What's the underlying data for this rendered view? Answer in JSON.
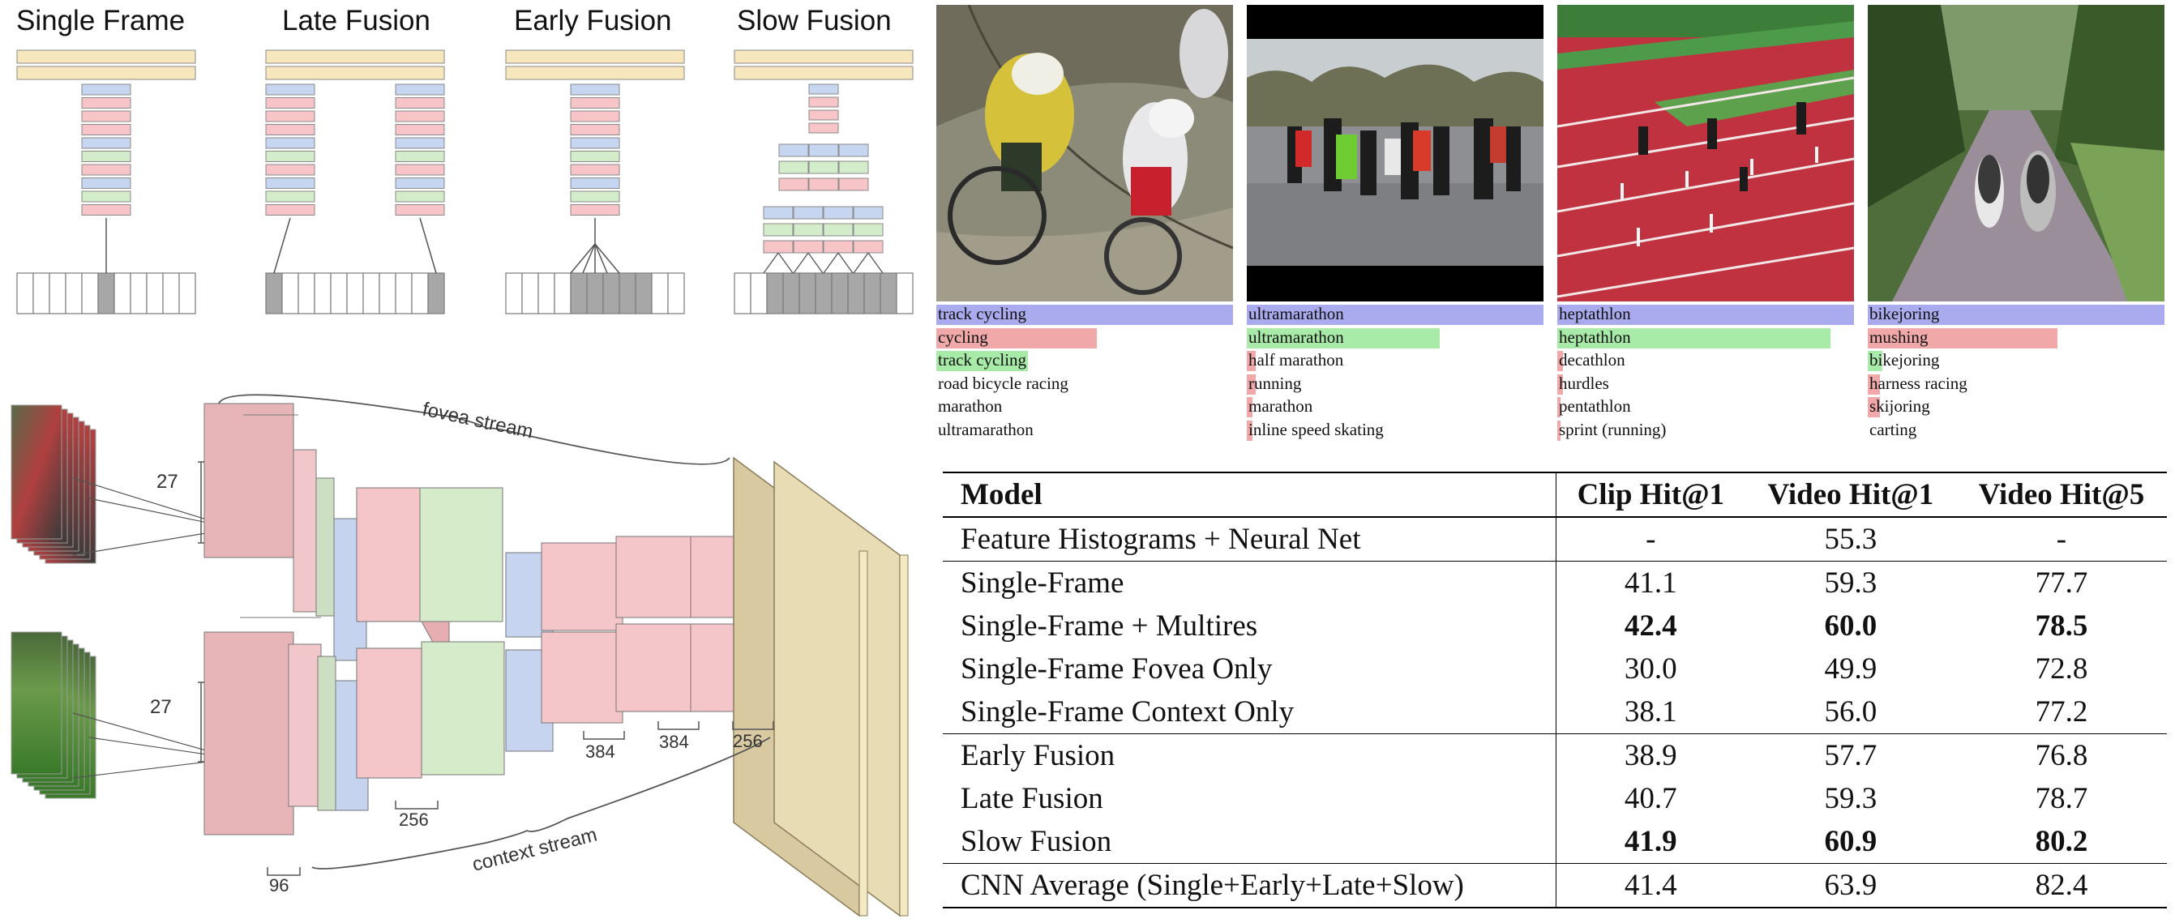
{
  "fusion": {
    "titles": [
      "Single Frame",
      "Late Fusion",
      "Early Fusion",
      "Slow Fusion"
    ],
    "colors": {
      "top_layer": "#f7e7bd",
      "conv_blue": "#c7d6f0",
      "conv_pink": "#f7c4c8",
      "conv_green": "#d3ecc9",
      "frame_fill": "#a7a7a7"
    }
  },
  "streams": {
    "fovea_label": "fovea stream",
    "context_label": "context stream",
    "size_labels": {
      "top_input": "27",
      "bottom_input": "27",
      "s96": "96",
      "s256": "256",
      "s384a": "384",
      "s384b": "384",
      "s256b": "256"
    }
  },
  "examples": [
    {
      "scene": "cycling",
      "predictions": [
        {
          "label": "track cycling",
          "kind": "truth"
        },
        {
          "label": "cycling",
          "kind": "wrong"
        },
        {
          "label": "track cycling",
          "kind": "correct"
        },
        {
          "label": "road bicycle racing",
          "kind": "none"
        },
        {
          "label": "marathon",
          "kind": "none"
        },
        {
          "label": "ultramarathon",
          "kind": "none"
        }
      ],
      "bar_fractions": [
        1.0,
        0.54,
        0.31,
        0.0,
        0.0,
        0.0
      ]
    },
    {
      "scene": "marathon",
      "predictions": [
        {
          "label": "ultramarathon",
          "kind": "truth"
        },
        {
          "label": "ultramarathon",
          "kind": "correct"
        },
        {
          "label": "half marathon",
          "kind": "wrong"
        },
        {
          "label": "running",
          "kind": "wrong"
        },
        {
          "label": "marathon",
          "kind": "wrong"
        },
        {
          "label": "inline speed skating",
          "kind": "wrong"
        }
      ],
      "bar_fractions": [
        1.0,
        0.65,
        0.03,
        0.03,
        0.02,
        0.02
      ]
    },
    {
      "scene": "track",
      "predictions": [
        {
          "label": "heptathlon",
          "kind": "truth"
        },
        {
          "label": "heptathlon",
          "kind": "correct"
        },
        {
          "label": "decathlon",
          "kind": "wrong"
        },
        {
          "label": "hurdles",
          "kind": "wrong"
        },
        {
          "label": "pentathlon",
          "kind": "wrong"
        },
        {
          "label": "sprint (running)",
          "kind": "wrong"
        }
      ],
      "bar_fractions": [
        1.0,
        0.92,
        0.02,
        0.02,
        0.01,
        0.01
      ]
    },
    {
      "scene": "path",
      "predictions": [
        {
          "label": "bikejoring",
          "kind": "truth"
        },
        {
          "label": "mushing",
          "kind": "wrong"
        },
        {
          "label": "bikejoring",
          "kind": "correct"
        },
        {
          "label": "harness racing",
          "kind": "wrong"
        },
        {
          "label": "skijoring",
          "kind": "wrong"
        },
        {
          "label": "carting",
          "kind": "none"
        }
      ],
      "bar_fractions": [
        1.0,
        0.64,
        0.05,
        0.04,
        0.04,
        0.0
      ]
    }
  ],
  "bar_colors": {
    "truth": "#aaaaee",
    "wrong": "#f0a8a8",
    "correct": "#a8eaa8",
    "none": "transparent"
  },
  "table": {
    "headers": [
      "Model",
      "Clip Hit@1",
      "Video Hit@1",
      "Video Hit@5"
    ],
    "rows": [
      {
        "model": "Feature Histograms + Neural Net",
        "clip": "-",
        "vh1": "55.3",
        "vh5": "-",
        "bold": false
      },
      {
        "model": "Single-Frame",
        "clip": "41.1",
        "vh1": "59.3",
        "vh5": "77.7",
        "bold": false
      },
      {
        "model": "Single-Frame + Multires",
        "clip": "42.4",
        "vh1": "60.0",
        "vh5": "78.5",
        "bold": true
      },
      {
        "model": "Single-Frame Fovea Only",
        "clip": "30.0",
        "vh1": "49.9",
        "vh5": "72.8",
        "bold": false
      },
      {
        "model": "Single-Frame Context Only",
        "clip": "38.1",
        "vh1": "56.0",
        "vh5": "77.2",
        "bold": false
      },
      {
        "model": "Early Fusion",
        "clip": "38.9",
        "vh1": "57.7",
        "vh5": "76.8",
        "bold": false
      },
      {
        "model": "Late Fusion",
        "clip": "40.7",
        "vh1": "59.3",
        "vh5": "78.7",
        "bold": false
      },
      {
        "model": "Slow Fusion",
        "clip": "41.9",
        "vh1": "60.9",
        "vh5": "80.2",
        "bold": true
      },
      {
        "model": "CNN Average (Single+Early+Late+Slow)",
        "clip": "41.4",
        "vh1": "63.9",
        "vh5": "82.4",
        "bold": false
      }
    ]
  }
}
